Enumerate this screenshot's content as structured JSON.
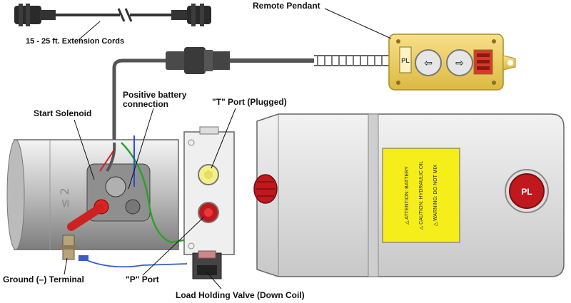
{
  "labels": {
    "extension_cords": "15 - 25 ft. Extension Cords",
    "remote_pendant": "Remote Pendant",
    "positive_battery_line1": "Positive battery",
    "positive_battery_line2": "connection",
    "start_solenoid": "Start Solenoid",
    "t_port": "\"T\" Port (Plugged)",
    "ground_terminal": "Ground (–) Terminal",
    "p_port": "\"P\" Port",
    "load_holding_valve": "Load Holding Valve (Down Coil)"
  },
  "pendant": {
    "brand": "PL",
    "up_arrow": "⇦",
    "down_arrow": "⇨"
  },
  "motor": {
    "marking": "≤ 2"
  },
  "reservoir_label": {
    "lines": [
      "△ ATTENTION: BATTERY",
      "△ CAUTION: HYDRAULIC OIL",
      "△ WARNING: DO NOT MIX"
    ]
  },
  "colors": {
    "housing": "#d9d9d9",
    "pendant_yellow": "#f0d66a",
    "label_yellow": "#f5ee1a",
    "cap_red": "#c0181d",
    "port_yellow": "#f3f08a",
    "cable": "#5a5a5a"
  }
}
